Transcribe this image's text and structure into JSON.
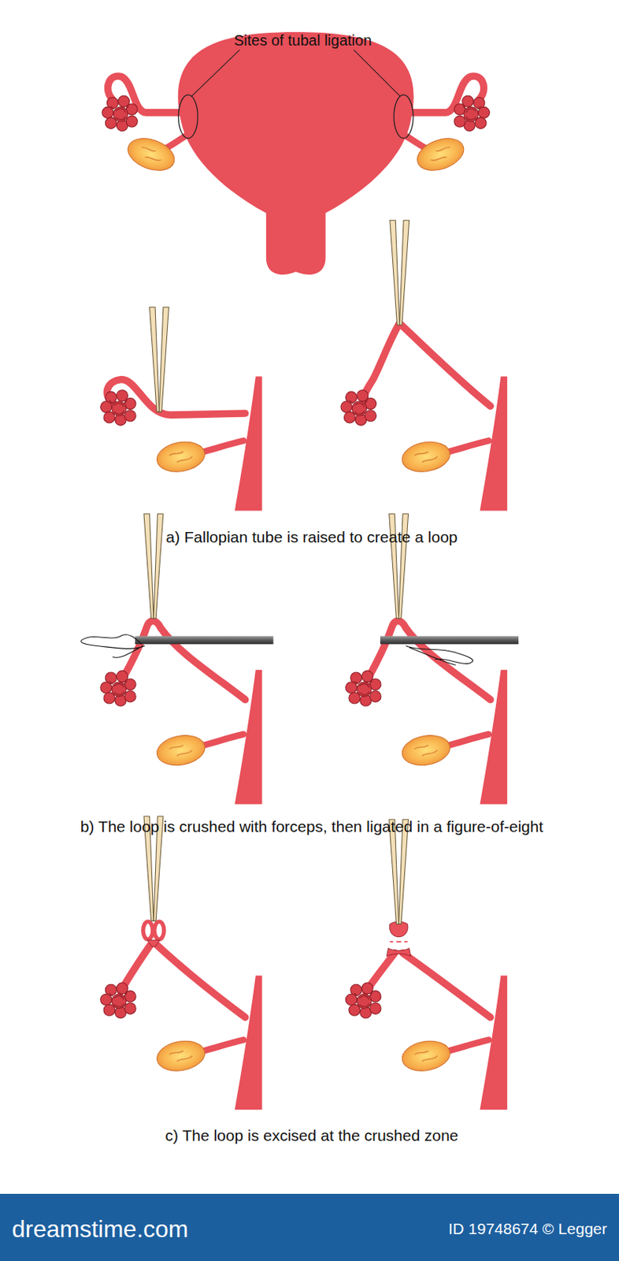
{
  "diagram": {
    "labels": [
      "Sites of tubal ligation",
      "a) Fallopian tube is raised to create a loop",
      "b) The loop is crushed with forceps, then ligated in a figure-of-eight",
      "c) The loop is excised at the crushed zone",
      "dreamstime.com",
      "ID 19748674 © Legger"
    ]
  }
}
